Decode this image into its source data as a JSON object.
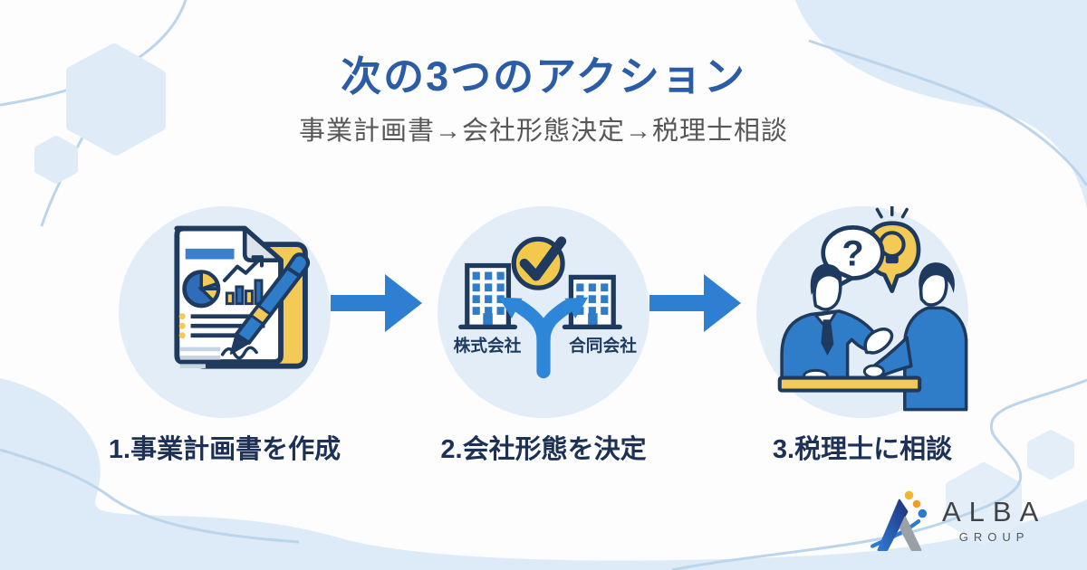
{
  "title": "次の3つのアクション",
  "subtitle": "事業計画書→会社形態決定→税理士相談",
  "steps": [
    {
      "label": "1.事業計画書を作成",
      "icon": "business-plan-document-icon"
    },
    {
      "label": "2.会社形態を決定",
      "icon": "company-type-choice-icon",
      "options": [
        "株式会社",
        "合同会社"
      ],
      "badge_icon": "check-badge-icon"
    },
    {
      "label": "3.税理士に相談",
      "icon": "tax-consultation-icon",
      "bubble_symbol": "?"
    }
  ],
  "flow": {
    "arrow_icon": "right-arrow-icon"
  },
  "logo": {
    "name": "ALBA",
    "subname": "GROUP",
    "mark_icon": "alba-peak-a-icon"
  },
  "colors": {
    "title_blue": "#2b5ca6",
    "subtitle_gray": "#575757",
    "label_navy": "#1d3156",
    "arrow_blue": "#2e7fd2",
    "illustration_blue": "#2f7cc9",
    "outline_navy": "#1e3a5f",
    "accent_yellow": "#f2c94c",
    "circle_bg": "#e2edf7",
    "blob_bg": "#dcebf7",
    "deco_line": "#bcd5ea"
  }
}
